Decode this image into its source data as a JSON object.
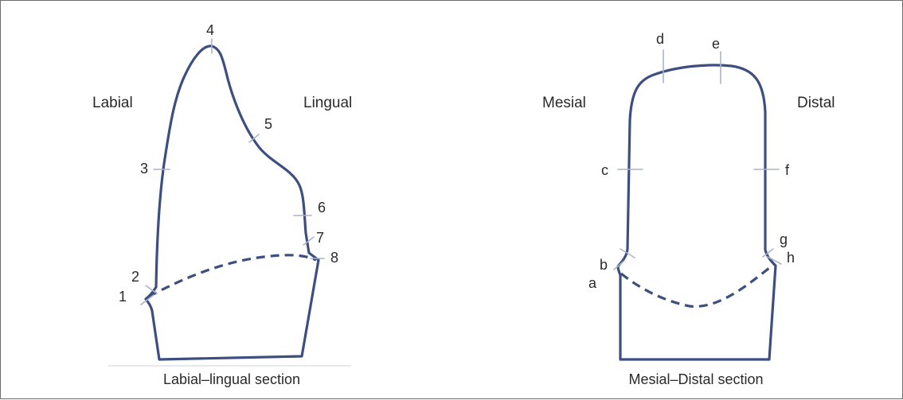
{
  "left_section": {
    "labial_label": "Labial",
    "lingual_label": "Lingual",
    "caption": "Labial–lingual section",
    "point_labels": [
      "1",
      "2",
      "3",
      "4",
      "5",
      "6",
      "7",
      "8"
    ]
  },
  "right_section": {
    "mesial_label": "Mesial",
    "distal_label": "Distal",
    "caption": "Mesial–Distal section",
    "point_labels": [
      "a",
      "b",
      "c",
      "d",
      "e",
      "f",
      "g",
      "h"
    ]
  },
  "colors": {
    "outline": "#3d4f80",
    "tick": "#a9b3c8",
    "text": "#2a2a2a",
    "frame": "#6d6d6d"
  }
}
